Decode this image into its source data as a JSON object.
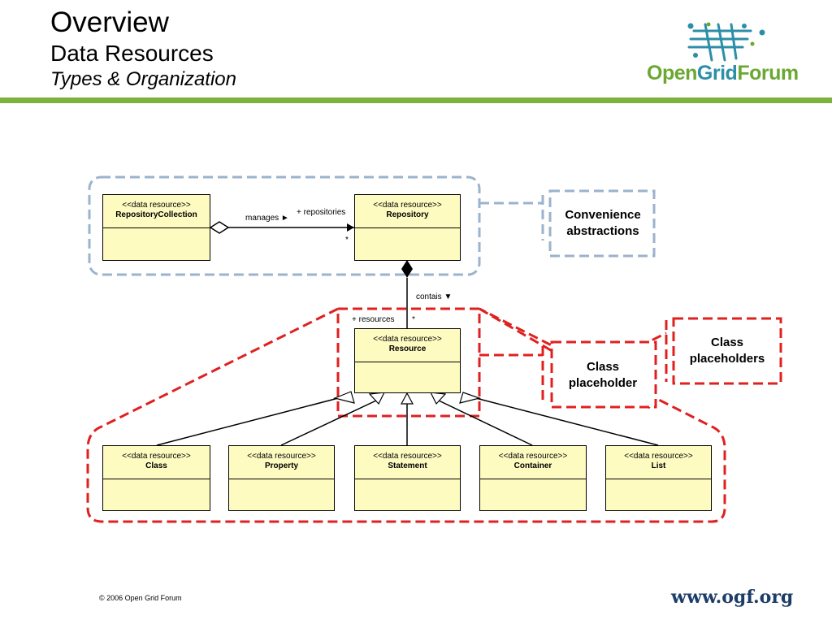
{
  "title": {
    "line1": "Overview",
    "line2": "Data Resources",
    "line3": "Types & Organization"
  },
  "logo": {
    "open": "Open",
    "grid": "Grid",
    "forum": "Forum"
  },
  "classes": {
    "repository_collection": {
      "stereotype": "<<data resource>>",
      "name": "RepositoryCollection"
    },
    "repository": {
      "stereotype": "<<data resource>>",
      "name": "Repository"
    },
    "resource": {
      "stereotype": "<<data resource>>",
      "name": "Resource"
    },
    "class": {
      "stereotype": "<<data resource>>",
      "name": "Class"
    },
    "property": {
      "stereotype": "<<data resource>>",
      "name": "Property"
    },
    "statement": {
      "stereotype": "<<data resource>>",
      "name": "Statement"
    },
    "container": {
      "stereotype": "<<data resource>>",
      "name": "Container"
    },
    "list": {
      "stereotype": "<<data resource>>",
      "name": "List"
    }
  },
  "associations": {
    "manages": "manages ►",
    "repositories_role": "+ repositories",
    "repositories_mult": "*",
    "contains": "contais ▼",
    "resources_role": "+ resources",
    "resources_mult": "*"
  },
  "notes": {
    "convenience": "Convenience abstractions",
    "class_placeholder": "Class placeholder",
    "class_placeholders": "Class placeholders"
  },
  "colors": {
    "convenience_group": "#9bb3cc",
    "placeholder_group": "#e02020",
    "class_fill": "#fefbc1",
    "accent_bar": "#7db23f"
  },
  "footer": {
    "copyright": "© 2006 Open Grid Forum",
    "url": "www.ogf.org"
  }
}
